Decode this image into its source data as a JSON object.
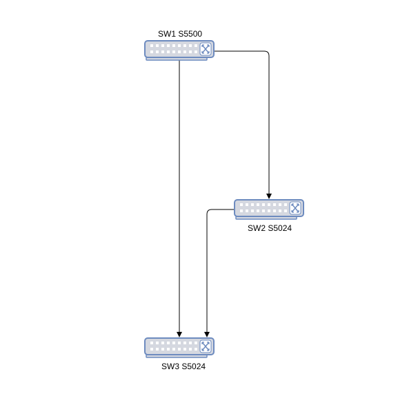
{
  "diagram": {
    "nodes": [
      {
        "id": "sw1",
        "label": "SW1 S5500"
      },
      {
        "id": "sw2",
        "label": "SW2 S5024"
      },
      {
        "id": "sw3",
        "label": "SW3 S5024"
      }
    ],
    "edges": [
      {
        "from": "sw1",
        "to": "sw3",
        "arrow": true
      },
      {
        "from": "sw1",
        "to": "sw2",
        "arrow": true
      },
      {
        "from": "sw2",
        "to": "sw3",
        "arrow": true
      }
    ],
    "colors": {
      "device_fill": "#d5d8e0",
      "device_stroke": "#6d8bbf",
      "port": "#ffffff",
      "edge": "#000000"
    },
    "icons": {
      "switch": "network-switch-icon"
    }
  }
}
